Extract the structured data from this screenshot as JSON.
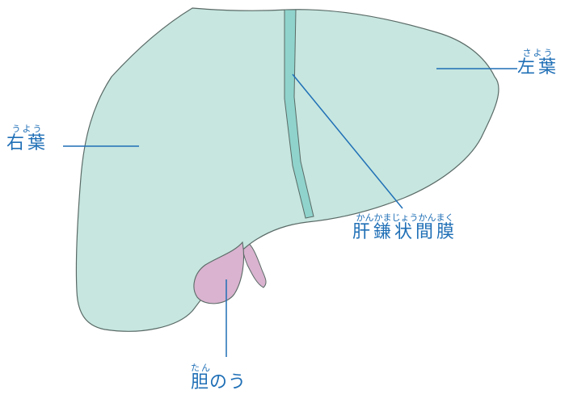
{
  "labels": {
    "right_lobe": {
      "ruby": "うよう",
      "text": "右葉"
    },
    "left_lobe": {
      "ruby": "さよう",
      "text": "左葉"
    },
    "falciform_ligament": {
      "ruby": "かんかまじょうかんまく",
      "text": "肝鎌状間膜"
    },
    "gallbladder": {
      "ruby": "たん",
      "text": "胆のう"
    }
  },
  "colors": {
    "liver_fill": "#c6e6df",
    "ligament_fill": "#8fd3cc",
    "gallbladder_fill": "#d9b3cf",
    "outline": "#5a6a66",
    "label_color": "#1f6fb6"
  }
}
